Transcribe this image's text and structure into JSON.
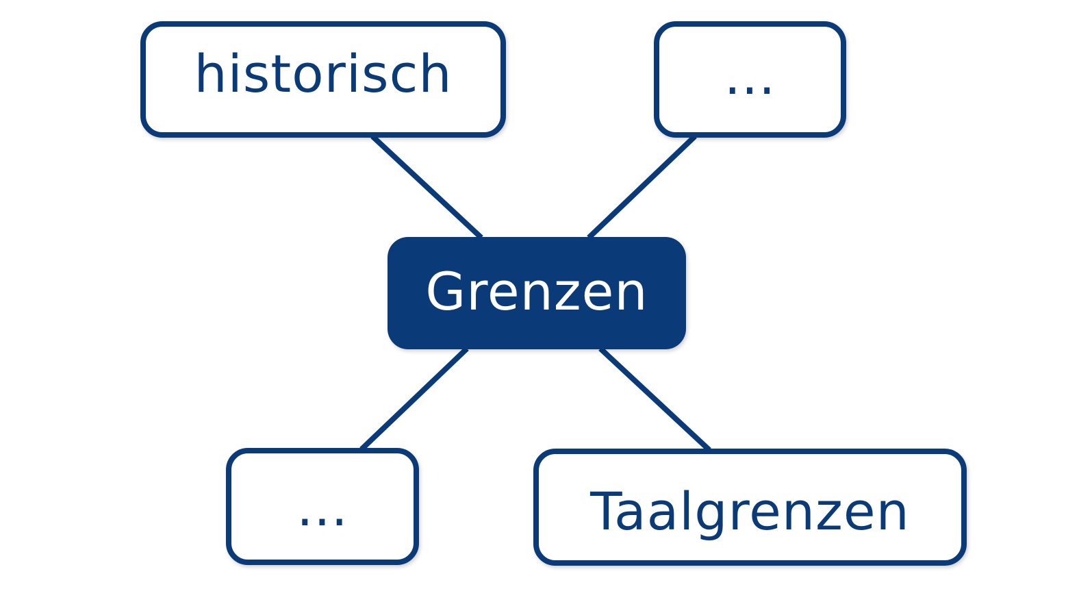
{
  "diagram": {
    "center": {
      "label": "Grenzen"
    },
    "nodes": {
      "top_left": {
        "label": "historisch"
      },
      "top_right": {
        "label": "..."
      },
      "bottom_left": {
        "label": "..."
      },
      "bottom_right": {
        "label": "Taalgrenzen"
      }
    },
    "colors": {
      "primary": "#0a3a78",
      "background": "#ffffff",
      "center_text": "#ffffff"
    }
  }
}
